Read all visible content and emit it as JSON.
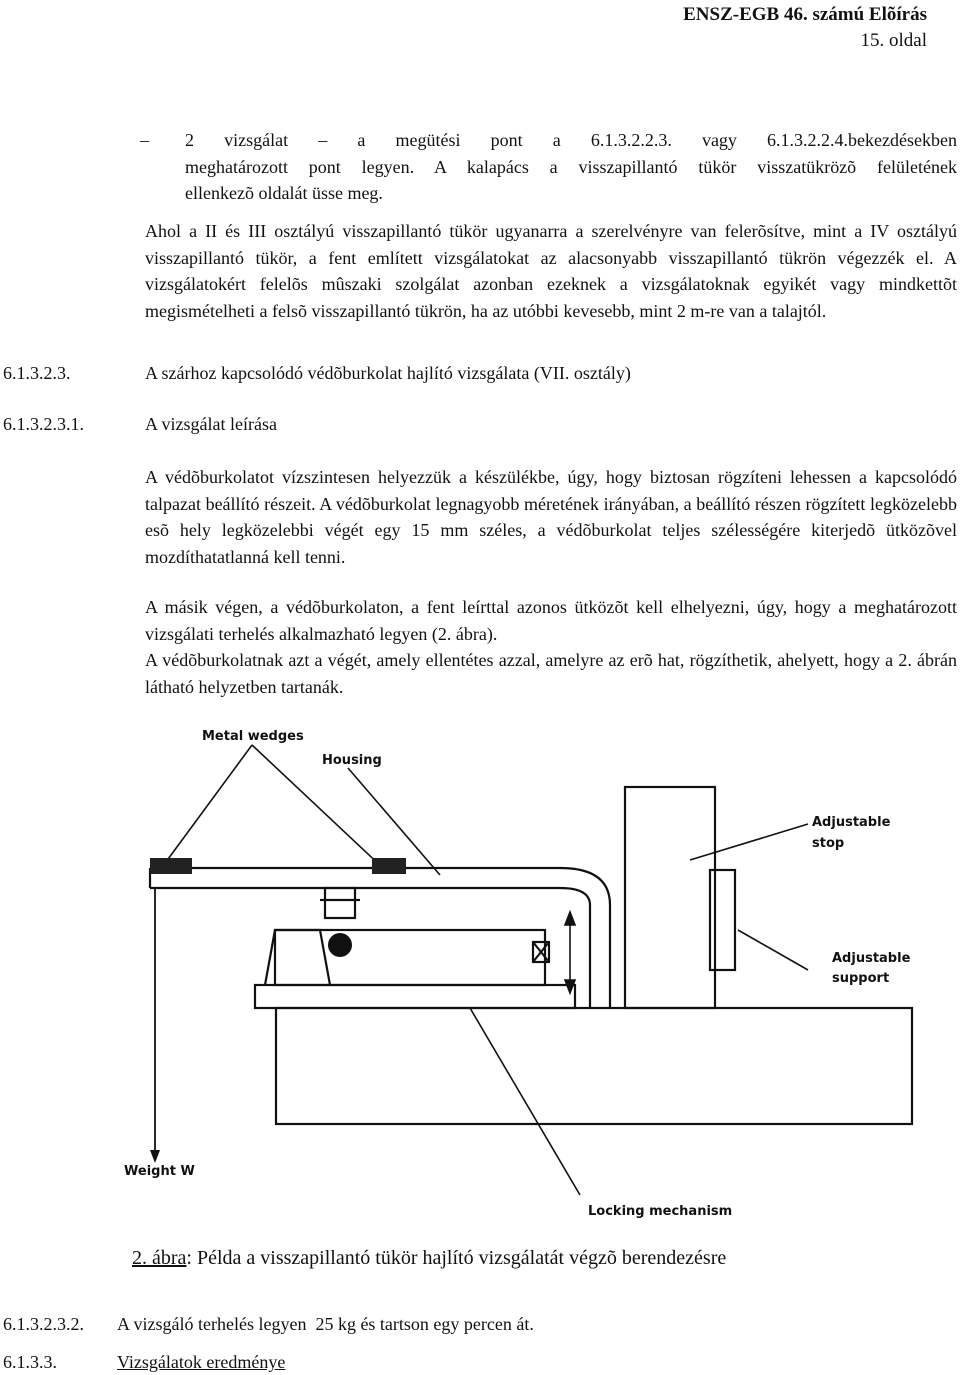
{
  "header": {
    "title": "ENSZ-EGB 46. számú Elõírás",
    "page": "15. oldal"
  },
  "bullet": {
    "dash": "–",
    "line1": "2 vizsgálat – a megütési pont a 6.1.3.2.2.3. vagy 6.1.3.2.2.4.bekezdésekben",
    "line2": "meghatározott pont legyen. A kalapács a visszapillantó tükör visszatükrözõ felületének",
    "line3": "ellenkezõ oldalát üsse meg."
  },
  "para1": "Ahol a II és III osztályú visszapillantó tükör ugyanarra a szerelvényre van felerõsítve, mint a IV osztályú visszapillantó tükör, a fent említett vizsgálatokat az alacsonyabb visszapillantó tükrön végezzék el. A vizsgálatokért felelõs mûszaki szolgálat azonban ezeknek a vizsgálatoknak egyikét vagy mindkettõt megismételheti a felsõ visszapillantó tükrön, ha az utóbbi kevesebb, mint 2 m-re van a talajtól.",
  "section1": {
    "number": "6.1.3.2.3.",
    "title": "A szárhoz kapcsolódó védõburkolat hajlító vizsgálata (VII. osztály)"
  },
  "section2": {
    "number": "6.1.3.2.3.1.",
    "title": "A vizsgálat leírása"
  },
  "para2": "A védõburkolatot vízszintesen helyezzük a készülékbe, úgy, hogy biztosan rögzíteni lehessen a kapcsolódó talpazat beállító részeit. A védõburkolat legnagyobb méretének irányában, a beállító részen rögzített legközelebb esõ hely legközelebbi végét egy 15 mm széles, a védõburkolat teljes szélességére kiterjedõ ütközõvel mozdíthatatlanná kell tenni.",
  "para3": "A másik végen, a védõburkolaton, a fent leírttal azonos ütközõt kell elhelyezni, úgy, hogy a meghatározott vizsgálati terhelés alkalmazható legyen (2. ábra).",
  "para4": "A védõburkolatnak azt a végét, amely ellentétes azzal, amelyre az erõ hat, rögzíthetik, ahelyett, hogy a 2. ábrán látható helyzetben tartanák.",
  "figure": {
    "labels": {
      "metal_wedges": "Metal wedges",
      "housing": "Housing",
      "adjustable_stop_1": "Adjustable",
      "adjustable_stop_2": "stop",
      "adjustable_support_1": "Adjustable",
      "adjustable_support_2": "support",
      "weight": "Weight W",
      "locking": "Locking mechanism"
    },
    "caption_ref": "2. ábra",
    "caption_text": ": Példa a visszapillantó tükör hajlító vizsgálatát végzõ berendezésre"
  },
  "section3": {
    "number": "6.1.3.2.3.2.",
    "text": "A vizsgáló terhelés legyen  25 kg és tartson egy percen át."
  },
  "section4": {
    "number": "6.1.3.3.",
    "title": "Vizsgálatok eredménye"
  }
}
